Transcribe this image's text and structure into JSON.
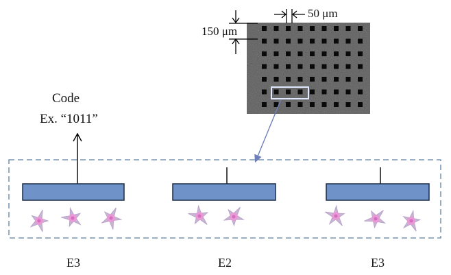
{
  "annotation": {
    "code_label": "Code",
    "code_example": "Ex. “1011”"
  },
  "dimensions": {
    "pitch_label": "150 μm",
    "size_label": "50 μm"
  },
  "electrodes": [
    {
      "label": "E3"
    },
    {
      "label": "E2"
    },
    {
      "label": "E3"
    }
  ],
  "colors": {
    "electrode_fill": "#6f93c8",
    "dashed_border": "#5f7fa0",
    "cell": "#e79ad6",
    "micrograph": "#505050",
    "highlight_box": "#dfe9ff",
    "pointer_arrow": "#6f7fb8"
  }
}
